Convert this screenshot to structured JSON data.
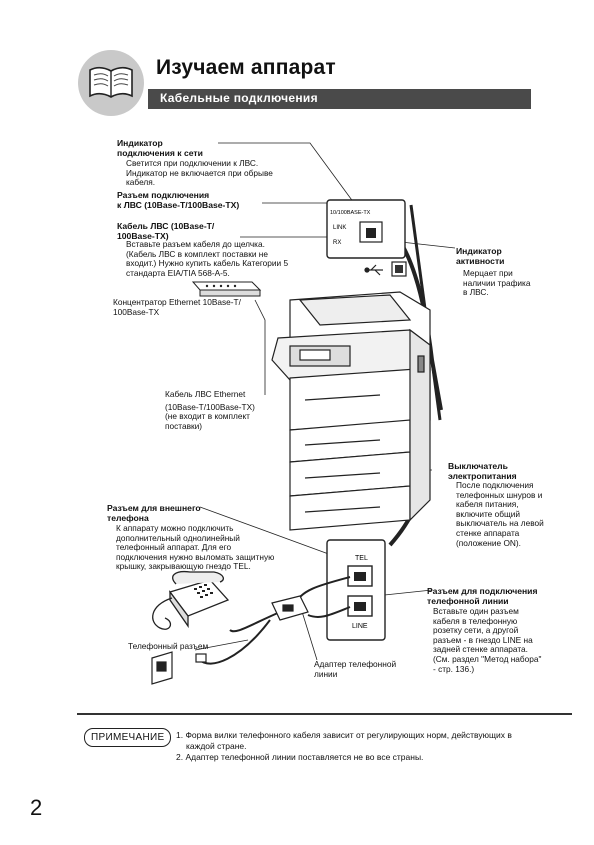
{
  "header": {
    "title": "Изучаем аппарат",
    "section": "Кабельные подключения"
  },
  "callouts": {
    "link_indicator": {
      "title_1": "Индикатор",
      "title_2": "подключения к сети",
      "desc_1": "Светится при подключении к ЛВС.",
      "desc_2": "Индикатор не включается при обрыве",
      "desc_3": "кабеля."
    },
    "lan_port": {
      "title_1": "Разъем подключения",
      "title_2": "к ЛВС (10Base-T/100Base-TX)"
    },
    "lan_cable": {
      "title_1": "Кабель ЛВС (10Base-T/",
      "title_2": "100Base-TX)",
      "desc_1": "Вставьте разъем кабеля до щелчка.",
      "desc_2": "(Кабель ЛВС в комплект поставки не",
      "desc_3": "входит.) Нужно купить кабель Категории 5",
      "desc_4": "стандарта EIA/TIA 568-A-5."
    },
    "hub": {
      "line_1": "Концентратор Ethernet 10Base-T/",
      "line_2": "100Base-TX"
    },
    "ethernet_cable": {
      "line_1": "Кабель ЛВС Ethernet",
      "line_2": "(10Base-T/100Base-TX)",
      "line_3": "(не входит в комплект",
      "line_4": "поставки)"
    },
    "activity_indicator": {
      "title_1": "Индикатор",
      "title_2": "активности",
      "desc_1": "Мерцает при",
      "desc_2": "наличии трафика",
      "desc_3": "в ЛВС."
    },
    "power_switch": {
      "title_1": "Выключатель",
      "title_2": "электропитания",
      "desc_1": "После подключения",
      "desc_2": "телефонных шнуров и",
      "desc_3": "кабеля питания,",
      "desc_4": "включите общий",
      "desc_5": "выключатель на левой",
      "desc_6": "стенке аппарата",
      "desc_7": "(положение ON)."
    },
    "ext_phone": {
      "title_1": "Разъем для внешнего",
      "title_2": "телефона",
      "desc_1": "К аппарату можно подключить",
      "desc_2": "дополнительный однолинейный",
      "desc_3": "телефонный аппарат. Для его",
      "desc_4": "подключения нужно выломать защитную",
      "desc_5": "крышку, закрывающую гнездо TEL."
    },
    "line_jack": {
      "title_1": "Разъем для подключения",
      "title_2": "телефонной линии",
      "desc_1": "Вставьте один разъем",
      "desc_2": "кабеля в телефонную",
      "desc_3": "розетку сети, а другой",
      "desc_4": "разъем - в гнездо LINE на",
      "desc_5": "задней стенке аппарата.",
      "desc_6": "(См. раздел \"Метод набора\"",
      "desc_7": "- стр. 136.)"
    },
    "wall_jack": {
      "line_1": "Телефонный разъем"
    },
    "adapter": {
      "line_1": "Адаптер телефонной",
      "line_2": "линии"
    }
  },
  "panel_labels": {
    "port": "10/100BASE-TX",
    "link": "LINK",
    "rx": "RX",
    "tel": "TEL",
    "line": "LINE"
  },
  "note": {
    "label": "ПРИМЕЧАНИЕ",
    "item1_a": "1. Форма вилки телефонного кабеля зависит от регулирующих норм, действующих в",
    "item1_b": "каждой стране.",
    "item2": "2. Адаптер телефонной линии поставляется не во все страны."
  },
  "page_number": "2",
  "icons": [
    "book-icon",
    "usb-icon"
  ]
}
